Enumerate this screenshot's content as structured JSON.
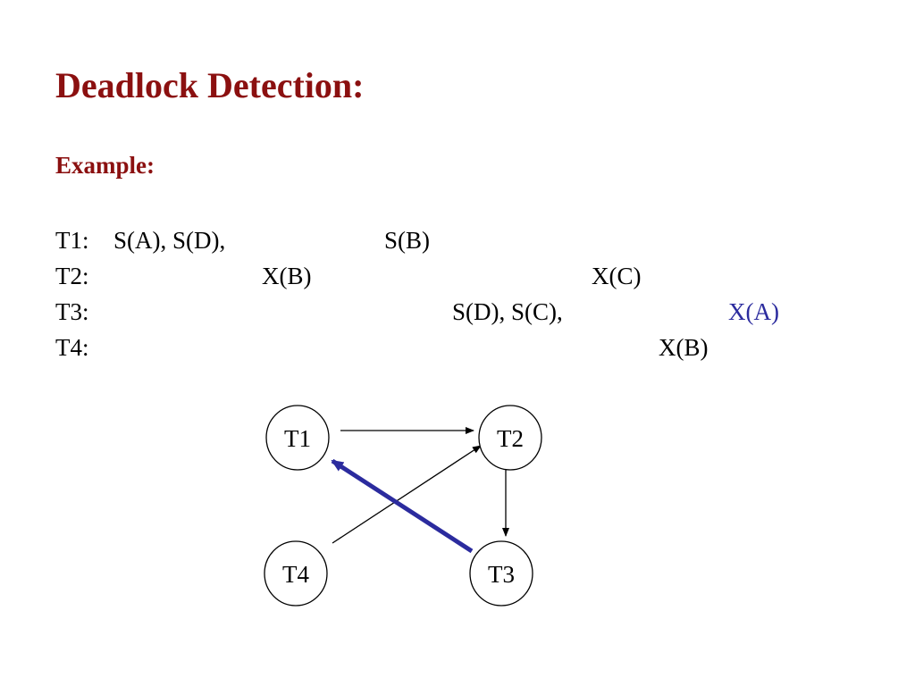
{
  "title": "Deadlock Detection:",
  "subtitle": "Example:",
  "accent_colors": {
    "title": "#8b1010",
    "highlight": "#2b2b9e"
  },
  "schedule": [
    {
      "label": "T1:",
      "ops": [
        {
          "text": "S(A), S(D),"
        },
        {
          "text": "S(B)"
        }
      ]
    },
    {
      "label": "T2:",
      "ops": [
        {
          "text": "X(B)"
        },
        {
          "text": "X(C)"
        }
      ]
    },
    {
      "label": "T3:",
      "ops": [
        {
          "text": "S(D), S(C),"
        },
        {
          "text": "X(A)",
          "highlight": true
        }
      ]
    },
    {
      "label": "T4:",
      "ops": [
        {
          "text": "X(B)"
        }
      ]
    }
  ],
  "graph": {
    "nodes": [
      {
        "id": "T1"
      },
      {
        "id": "T2"
      },
      {
        "id": "T3"
      },
      {
        "id": "T4"
      }
    ],
    "edges": [
      {
        "from": "T1",
        "to": "T2"
      },
      {
        "from": "T4",
        "to": "T2"
      },
      {
        "from": "T2",
        "to": "T3"
      },
      {
        "from": "T3",
        "to": "T1",
        "highlight": true
      }
    ]
  }
}
